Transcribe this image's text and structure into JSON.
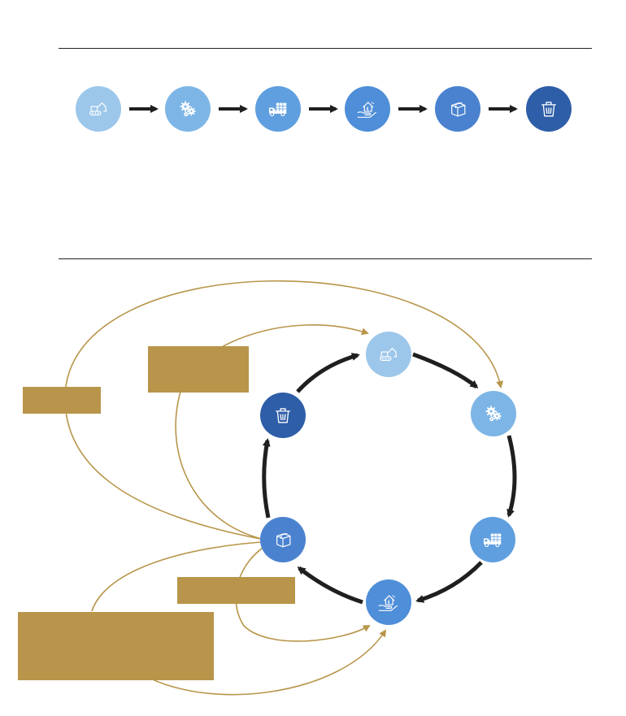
{
  "colors": {
    "gold": "#b8954a",
    "arrow": "#1f1f1f",
    "stage1": "#9cc7ea",
    "stage2": "#7db6e6",
    "stage3": "#5f9fdf",
    "stage4": "#4f8ed8",
    "stage5": "#4a82d0",
    "stage6": "#2f5ea8"
  },
  "stages": [
    {
      "icon": "excavator-icon",
      "color_key": "stage1"
    },
    {
      "icon": "gears-icon",
      "color_key": "stage2"
    },
    {
      "icon": "truck-icon",
      "color_key": "stage3"
    },
    {
      "icon": "hand-house-icon",
      "color_key": "stage4"
    },
    {
      "icon": "box-icon",
      "color_key": "stage5"
    },
    {
      "icon": "trash-icon",
      "color_key": "stage6"
    }
  ],
  "labels": [
    {
      "text": ""
    },
    {
      "text": ""
    },
    {
      "text": ""
    },
    {
      "text": ""
    }
  ]
}
